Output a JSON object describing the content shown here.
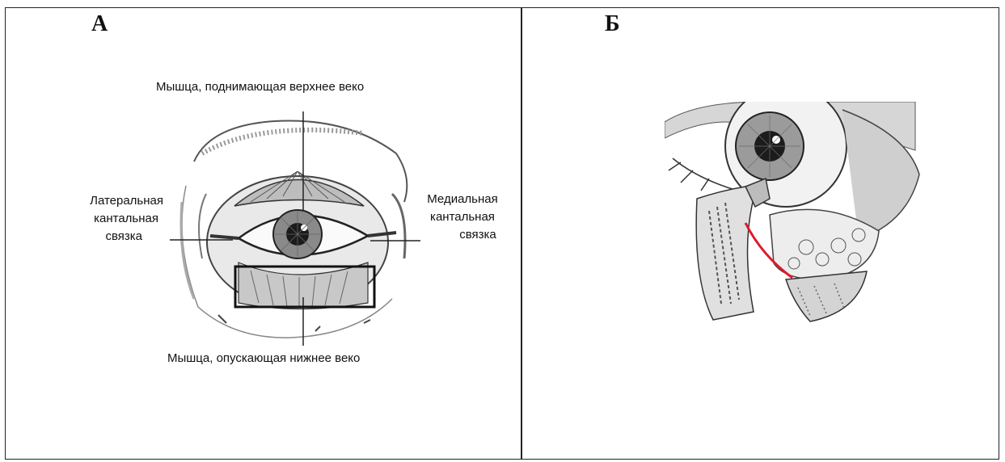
{
  "panels": {
    "left": {
      "letter": "А"
    },
    "right": {
      "letter": "Б"
    }
  },
  "labels": {
    "levator": "Мышца, поднимающая верхнее веко",
    "lateral_line1": "Латеральная",
    "lateral_line2": "кантальная",
    "lateral_line3": "связка",
    "medial_line1": "Медиальная",
    "medial_line2": "кантальная",
    "medial_line3": "связка",
    "depressor": "Мышца, опускающая нижнее веко"
  },
  "colors": {
    "incision": "#e0192a",
    "ink": "#222222"
  }
}
